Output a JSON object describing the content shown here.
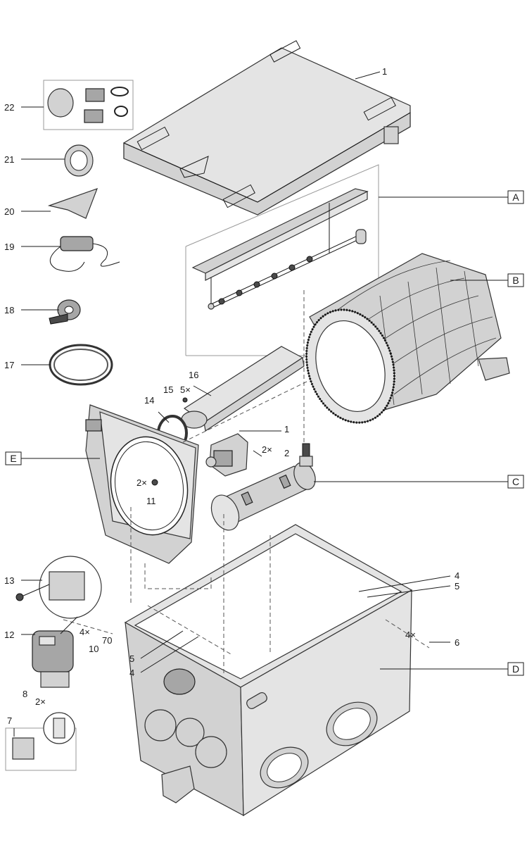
{
  "callouts": [
    {
      "id": "c1-top",
      "text": "1"
    },
    {
      "id": "c22",
      "text": "22"
    },
    {
      "id": "c21",
      "text": "21"
    },
    {
      "id": "c20",
      "text": "20"
    },
    {
      "id": "c19",
      "text": "19"
    },
    {
      "id": "c18",
      "text": "18"
    },
    {
      "id": "c17",
      "text": "17"
    },
    {
      "id": "c16",
      "text": "16"
    },
    {
      "id": "c15",
      "text": "15"
    },
    {
      "id": "c15q",
      "text": "5×"
    },
    {
      "id": "c14",
      "text": "14"
    },
    {
      "id": "c1-mid",
      "text": "1"
    },
    {
      "id": "c2q",
      "text": "2×"
    },
    {
      "id": "c2",
      "text": "2"
    },
    {
      "id": "c11q",
      "text": "2×"
    },
    {
      "id": "c11",
      "text": "11"
    },
    {
      "id": "c4-right",
      "text": "4"
    },
    {
      "id": "c5-right",
      "text": "5"
    },
    {
      "id": "c6q",
      "text": "4×"
    },
    {
      "id": "c6",
      "text": "6"
    },
    {
      "id": "c13",
      "text": "13"
    },
    {
      "id": "c12",
      "text": "12"
    },
    {
      "id": "c10q",
      "text": "4×"
    },
    {
      "id": "c70",
      "text": "70"
    },
    {
      "id": "c10",
      "text": "10"
    },
    {
      "id": "c5-left",
      "text": "5"
    },
    {
      "id": "c4-left",
      "text": "4"
    },
    {
      "id": "c8",
      "text": "8"
    },
    {
      "id": "c8q",
      "text": "2×"
    },
    {
      "id": "c7",
      "text": "7"
    }
  ],
  "group_boxes": [
    {
      "id": "A",
      "text": "A"
    },
    {
      "id": "B",
      "text": "B"
    },
    {
      "id": "C",
      "text": "C"
    },
    {
      "id": "D",
      "text": "D"
    },
    {
      "id": "E",
      "text": "E"
    }
  ]
}
